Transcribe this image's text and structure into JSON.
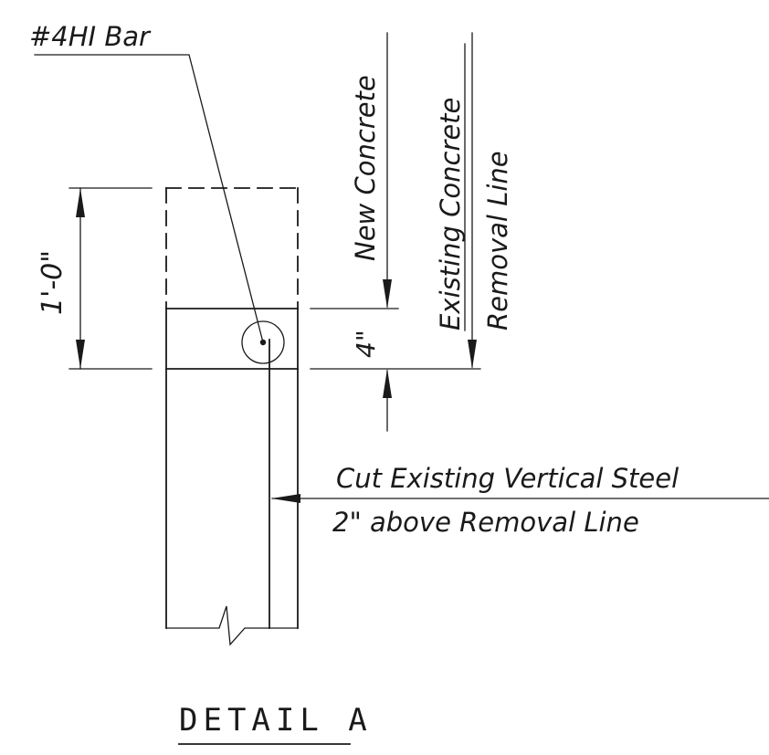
{
  "drawing": {
    "bar_label": "#4HI Bar",
    "new_concrete_label": "New Concrete",
    "existing_concrete_label": "Existing Concrete",
    "removal_line_label": "Removal Line",
    "dim_overall": "1'-0\"",
    "dim_bar_offset": "4\"",
    "cut_note_line1": "Cut Existing Vertical Steel",
    "cut_note_line2": "2\" above Removal Line",
    "title": "DETAIL A"
  },
  "colors": {
    "ink": "#1a1a1a",
    "paper": "#ffffff"
  }
}
